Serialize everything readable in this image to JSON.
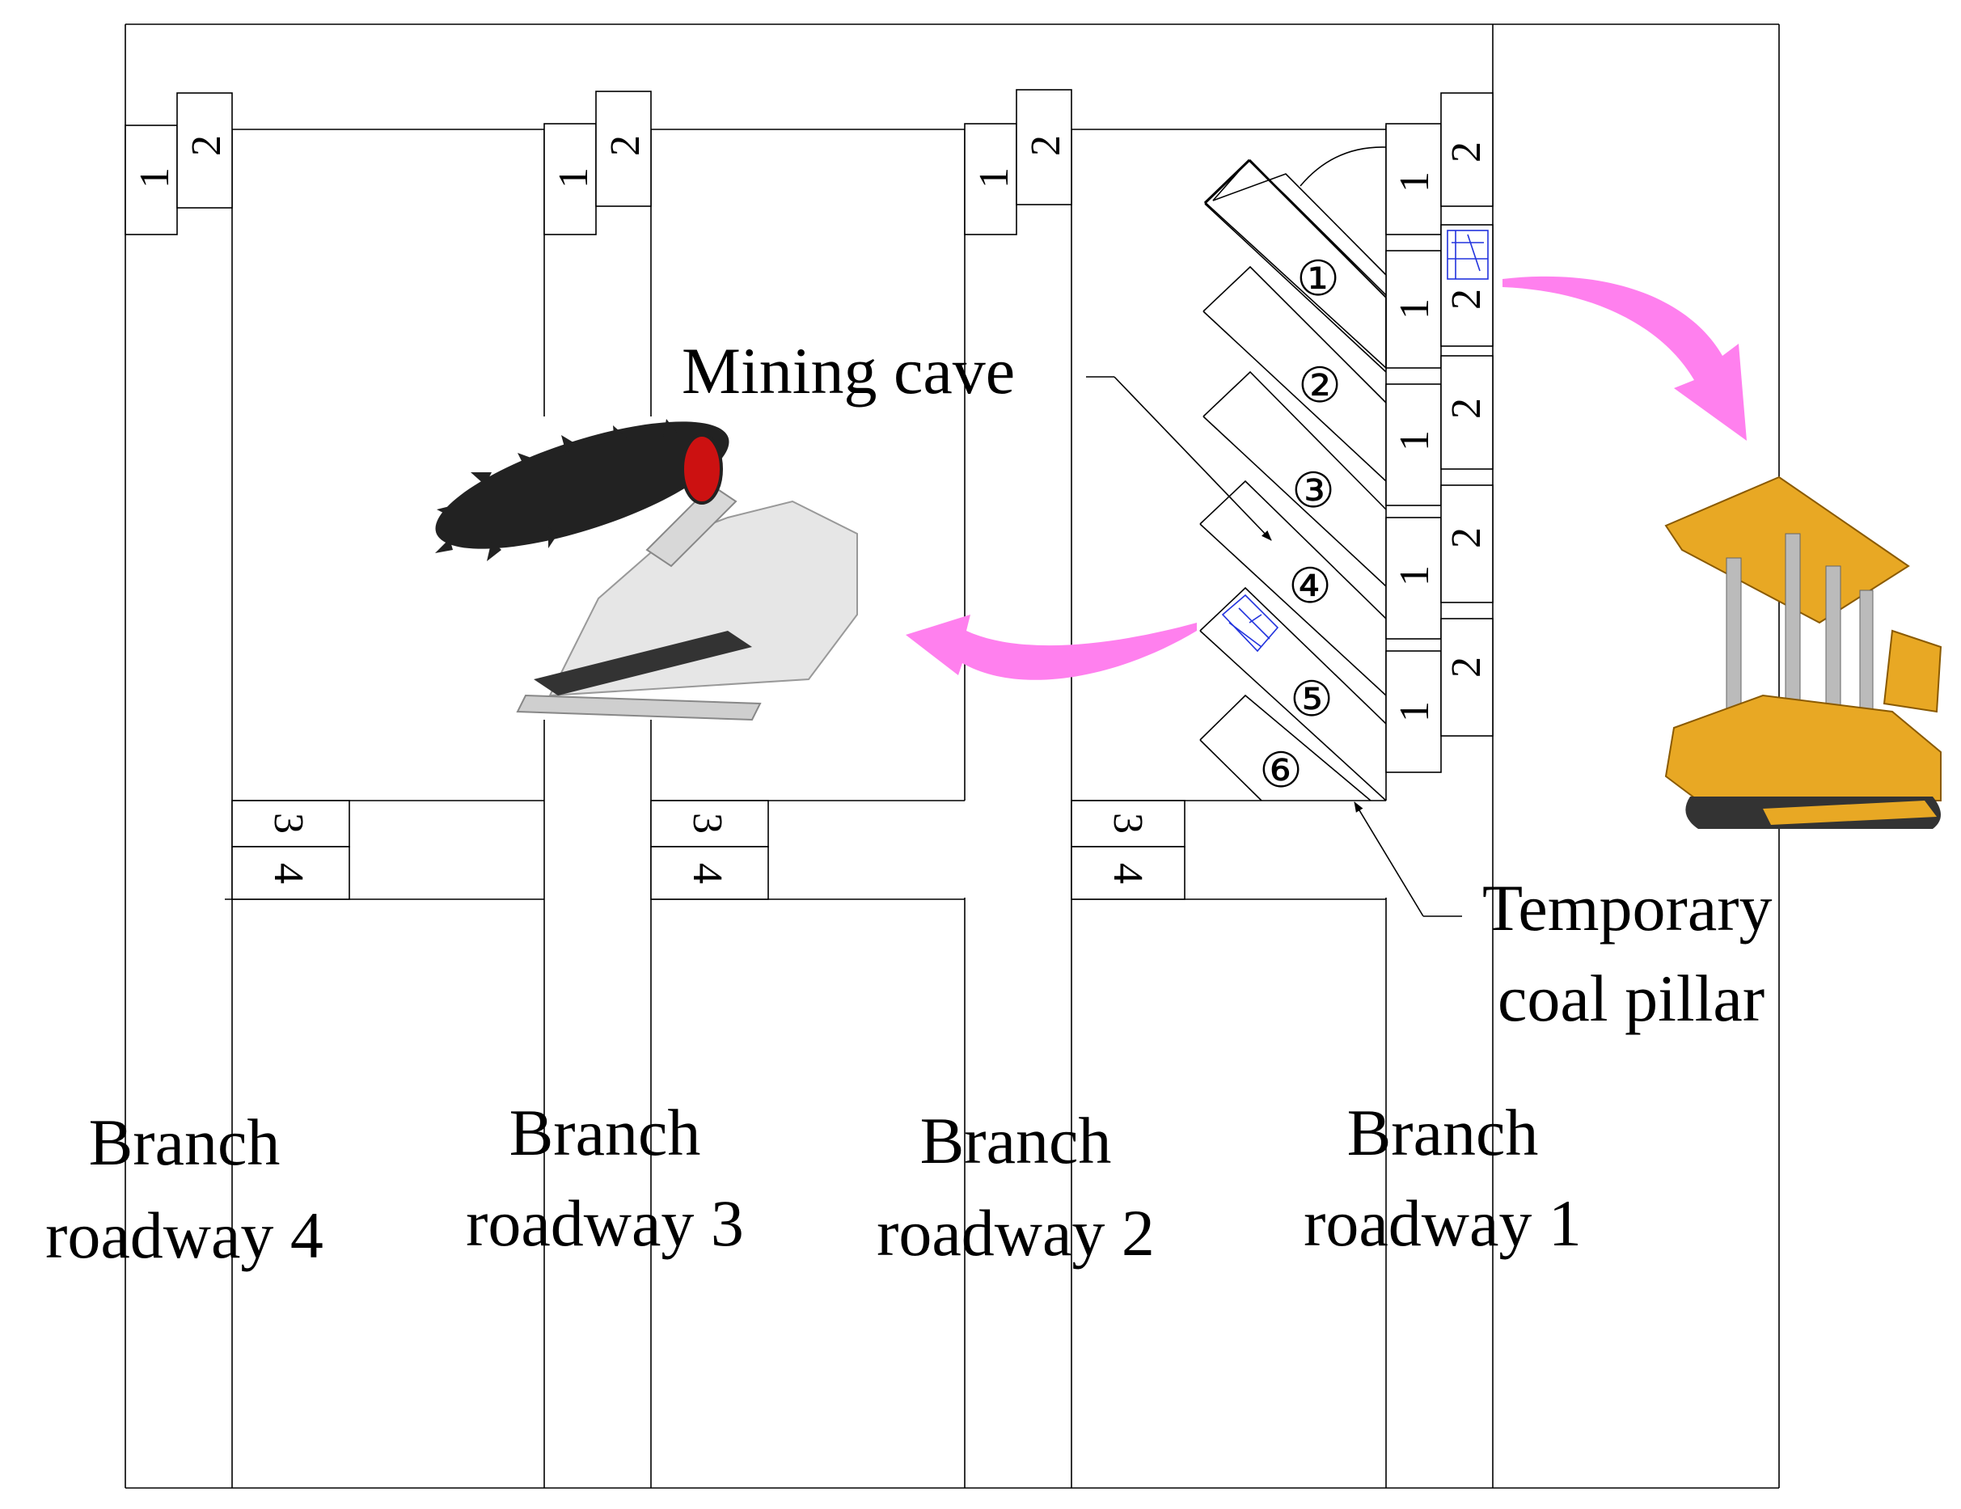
{
  "labels": {
    "mining_cave": "Mining cave",
    "temporary_coal_pillar": [
      "Temporary",
      "coal pillar"
    ],
    "branch_roadways": [
      {
        "line1": "Branch",
        "line2": "roadway 4"
      },
      {
        "line1": "Branch",
        "line2": "roadway 3"
      },
      {
        "line1": "Branch",
        "line2": "roadway 2"
      },
      {
        "line1": "Branch",
        "line2": "roadway 1"
      }
    ]
  },
  "support_markers": {
    "one": "1",
    "two": "2",
    "three": "3",
    "four": "4"
  },
  "caves": [
    "①",
    "②",
    "③",
    "④",
    "⑤",
    "⑥"
  ],
  "colors": {
    "arrow": "#ff80ee",
    "equipment_outline": "#2233dd",
    "support_body": "#e8a824",
    "miner_body": "#e6e6e6",
    "cutter_drum": "#222222",
    "cutter_core": "#cc1111"
  },
  "icons": {
    "miner": "continuous-miner-icon",
    "support": "mobile-roof-support-icon",
    "equipment_symbol": "equipment-symbol-icon"
  }
}
